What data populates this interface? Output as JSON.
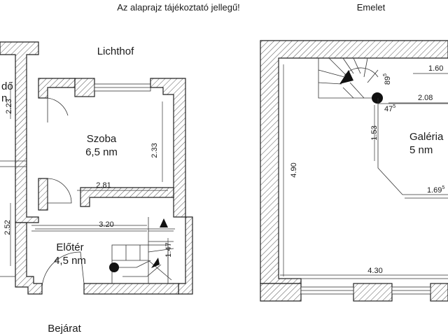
{
  "header": {
    "disclaimer": "Az alaprajz tájékoztató jellegű!",
    "upper_floor": "Emelet"
  },
  "ground_floor": {
    "lightwell": "Lichthof",
    "entrance": "Bejárat",
    "room_left_partial": "dő",
    "room_left_unit_partial": "n",
    "rooms": [
      {
        "name": "Szoba",
        "area": "6,5 nm"
      },
      {
        "name": "Előtér",
        "area": "4,5 nm"
      }
    ],
    "dimensions": {
      "left_height_top": "2.23",
      "left_height_bottom": "2.52",
      "room_height": "2.33",
      "room_width": "2.81",
      "hall_width": "3.20",
      "stair_length": "1.47"
    }
  },
  "upper_floor": {
    "rooms": [
      {
        "name": "Galéria",
        "area": "5 nm"
      }
    ],
    "dimensions": {
      "top_right": "1.60",
      "upper_right": "2.08",
      "stair_top": "89",
      "stair_top_sup": "5",
      "stair_left": "47",
      "stair_left_sup": "5",
      "mid_vertical": "1.53",
      "lower_right": "1.69",
      "lower_right_sup": "5",
      "height": "4.90",
      "width": "4.30"
    }
  }
}
